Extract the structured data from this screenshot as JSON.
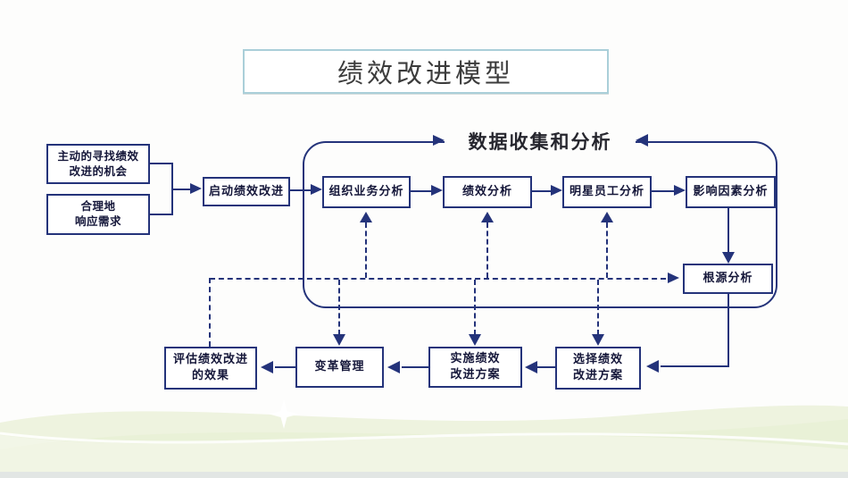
{
  "slide_title": "绩效改进模型",
  "diagram": {
    "header": "数据收集和分析",
    "nodes": {
      "seek": "主动的寻找绩效\n改进的机会",
      "respond": "合理地\n响应需求",
      "initiate": "启动绩效改进",
      "org": "组织业务分析",
      "perf": "绩效分析",
      "star": "明星员工分析",
      "factor": "影响因素分析",
      "root": "根源分析",
      "select": "选择绩效\n改进方案",
      "implement": "实施绩效\n改进方案",
      "change": "变革管理",
      "evaluate": "评估绩效改进\n的效果"
    }
  },
  "colors": {
    "box_border": "#24337a",
    "arrow": "#24337a",
    "node_text": "#15173a",
    "title_border": "#aacfd9",
    "title_text": "#3c3c3c",
    "wave_green": "#eaf1db",
    "bottom_strip": "#e2e6e4"
  }
}
